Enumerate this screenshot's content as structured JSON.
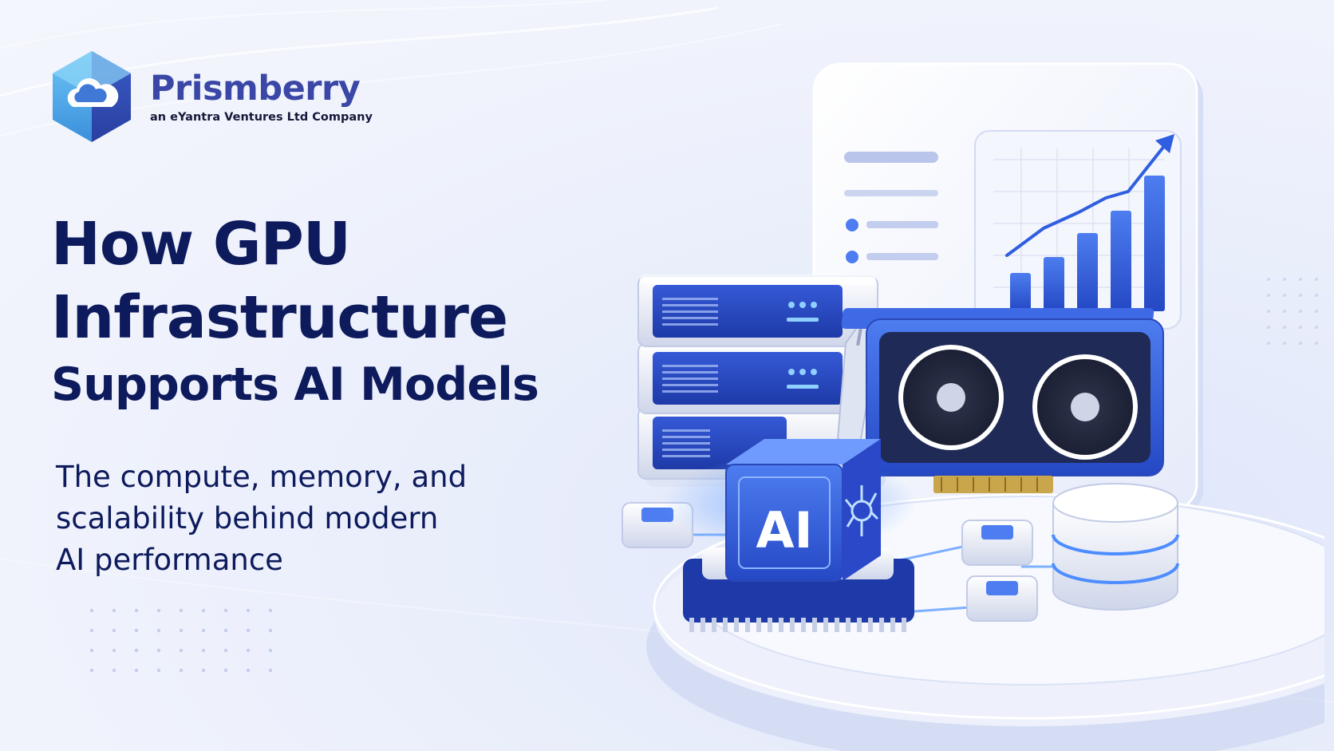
{
  "brand": {
    "name": "Prismberry",
    "tagline": "an eYantra Ventures Ltd Company",
    "colors": {
      "primary": "#3a47a6",
      "accent": "#2f5fe0",
      "navy": "#0d1a5c"
    }
  },
  "headline": {
    "line1": "How GPU",
    "line2": "Infrastructure",
    "line3": "Supports AI Models"
  },
  "subheadline": {
    "line1": "The compute, memory, and",
    "line2": "scalability behind modern",
    "line3": "AI performance"
  },
  "illustration": {
    "chip_label": "AI",
    "icons": [
      "cloud-icon",
      "server-rack-icon",
      "gpu-card-icon",
      "ai-chip-icon",
      "database-icon",
      "growth-chart-icon",
      "network-node-icon"
    ]
  }
}
